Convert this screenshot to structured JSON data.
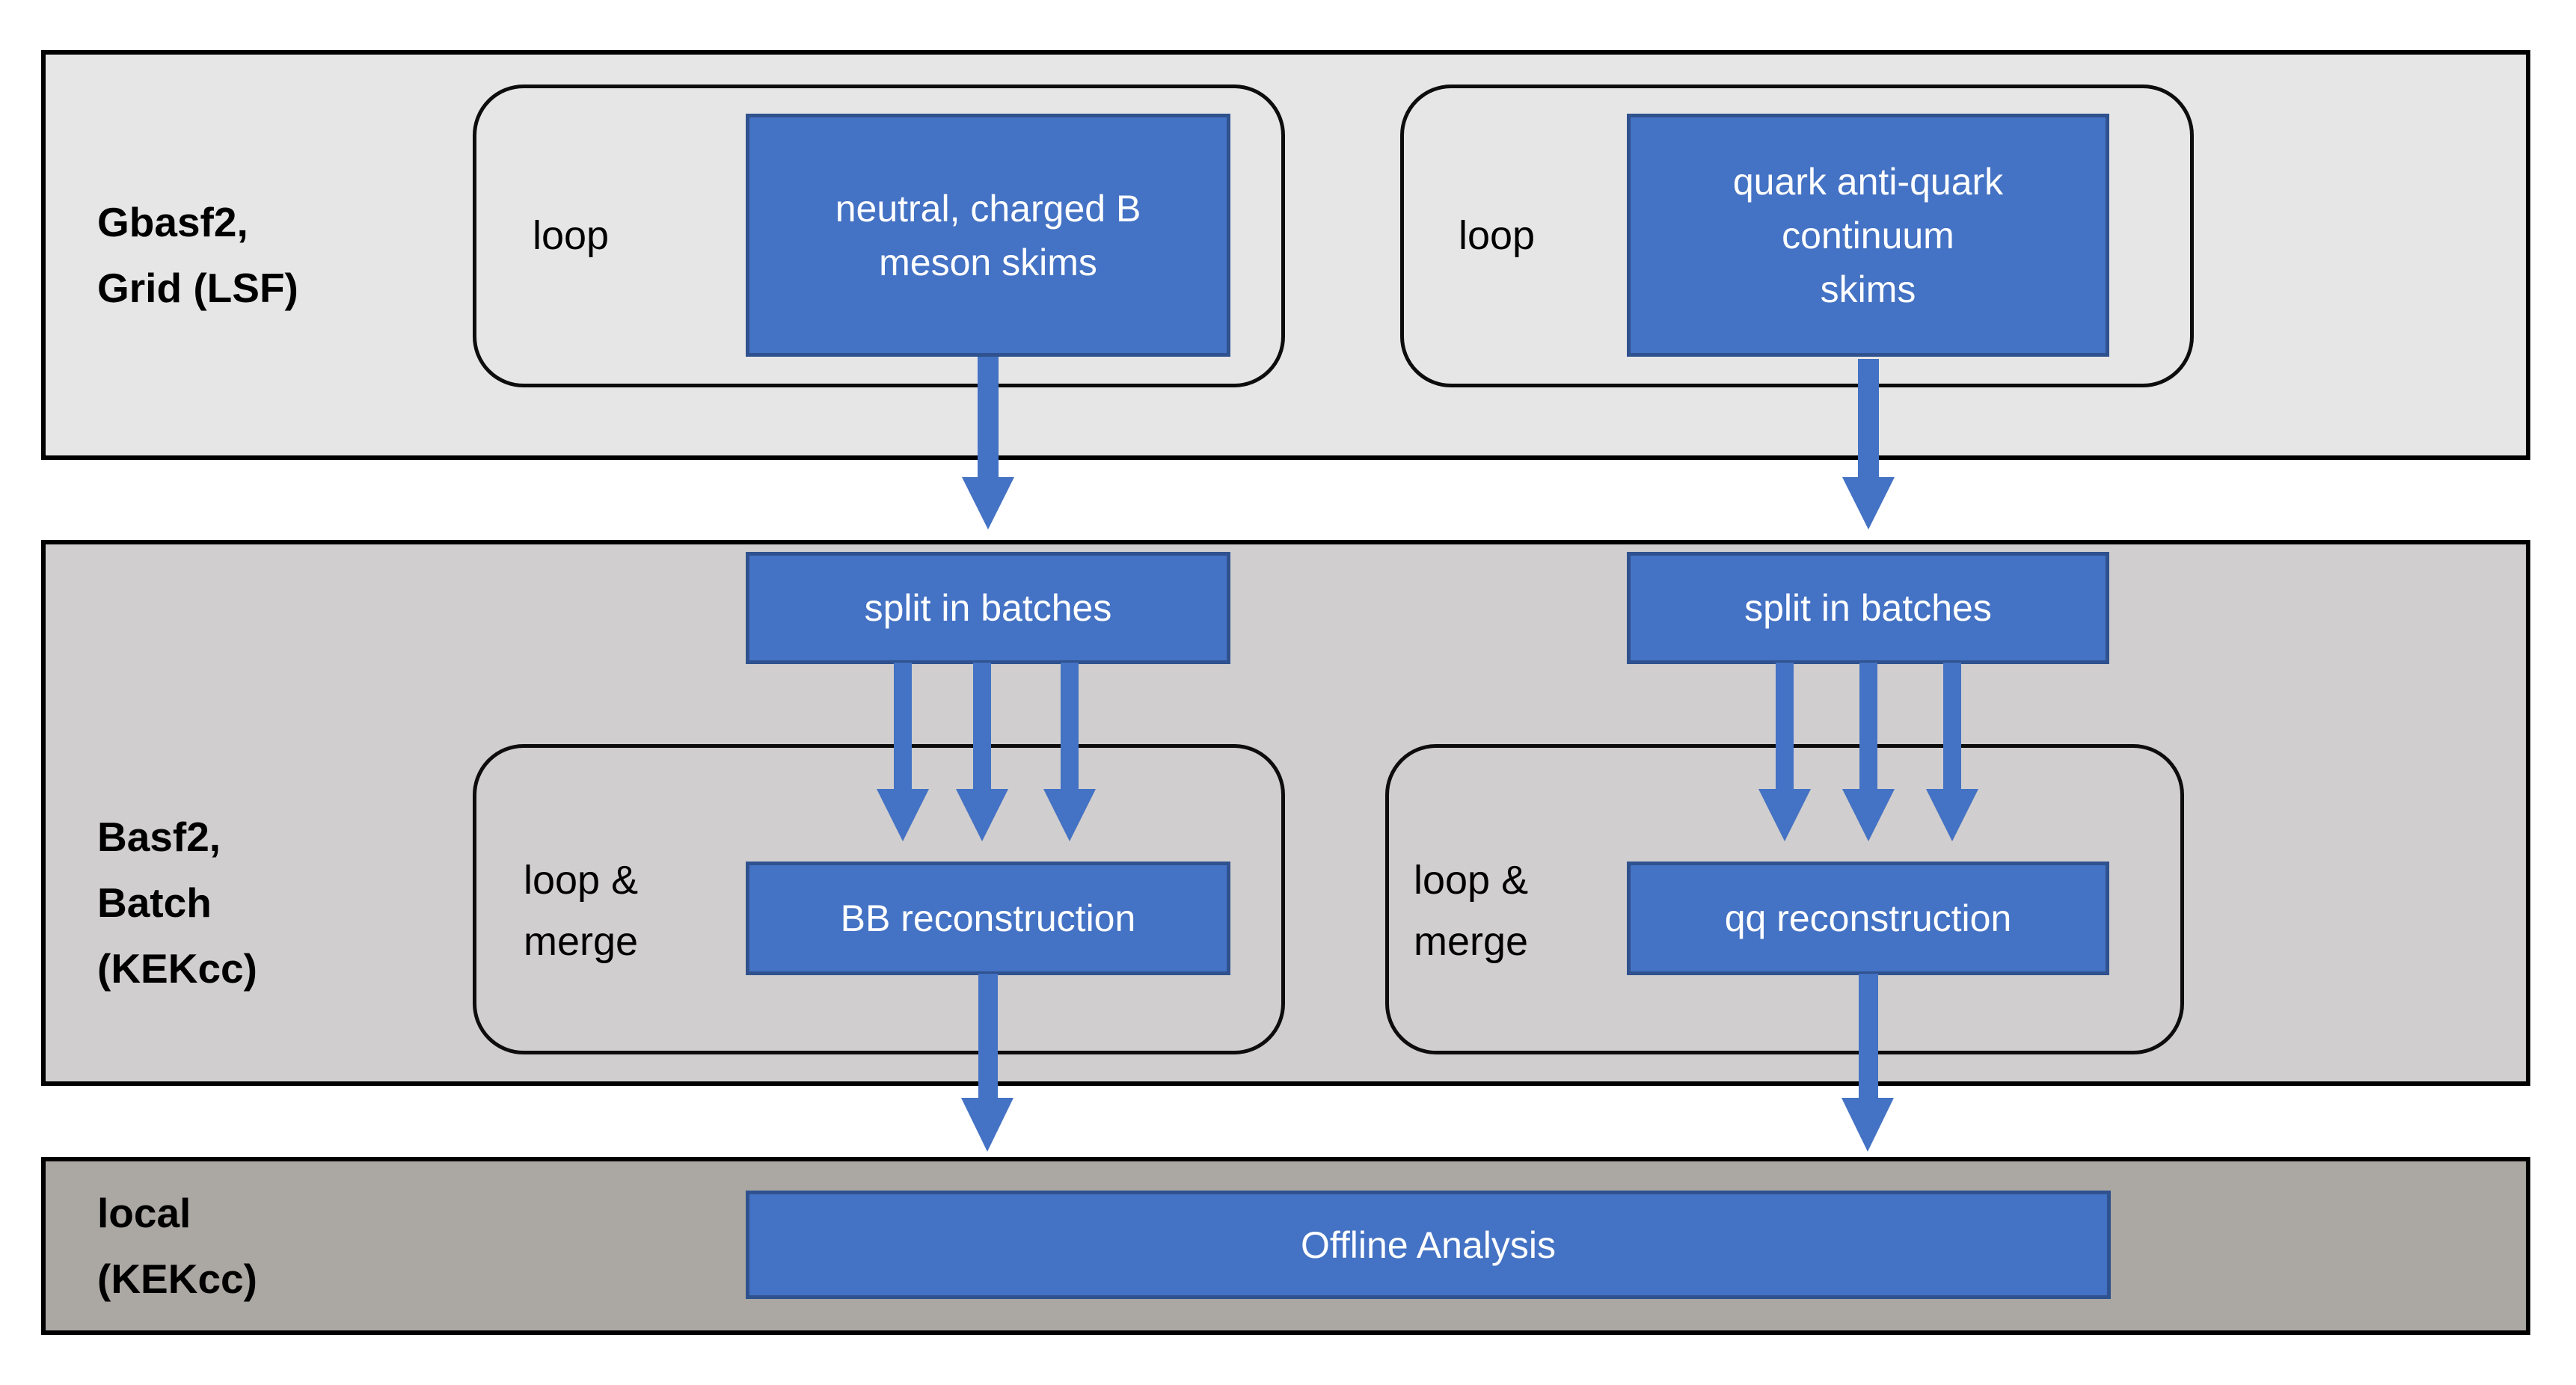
{
  "bands": [
    {
      "id": "gbasf2-grid",
      "lines": [
        "Gbasf2,",
        "Grid (LSF)"
      ]
    },
    {
      "id": "basf2-batch",
      "lines": [
        "Basf2,",
        "Batch",
        "(KEKcc)"
      ]
    },
    {
      "id": "local",
      "lines": [
        "local",
        "(KEKcc)"
      ]
    }
  ],
  "loops": {
    "left": "loop",
    "right": "loop",
    "merge_left": [
      "loop &",
      "merge"
    ],
    "merge_right": [
      "loop &",
      "merge"
    ]
  },
  "boxes": {
    "neutral_skim": [
      "neutral, charged B",
      "meson skims"
    ],
    "quark_skim": [
      "quark anti-quark",
      "continuum",
      "skims"
    ],
    "split_left": "split in batches",
    "split_right": "split in batches",
    "recon_left": "BB reconstruction",
    "recon_right": "qq reconstruction",
    "offline": "Offline Analysis"
  },
  "colors": {
    "process_fill": "#4472C4",
    "process_border": "#2F528F",
    "arrow": "#4472C4",
    "band1_bg": "#E7E6E6",
    "band2_bg": "#D0CECE",
    "band3_bg": "#ABA7A3",
    "outline": "#000000",
    "text_dark": "#000000",
    "text_light": "#FFFFFF"
  }
}
